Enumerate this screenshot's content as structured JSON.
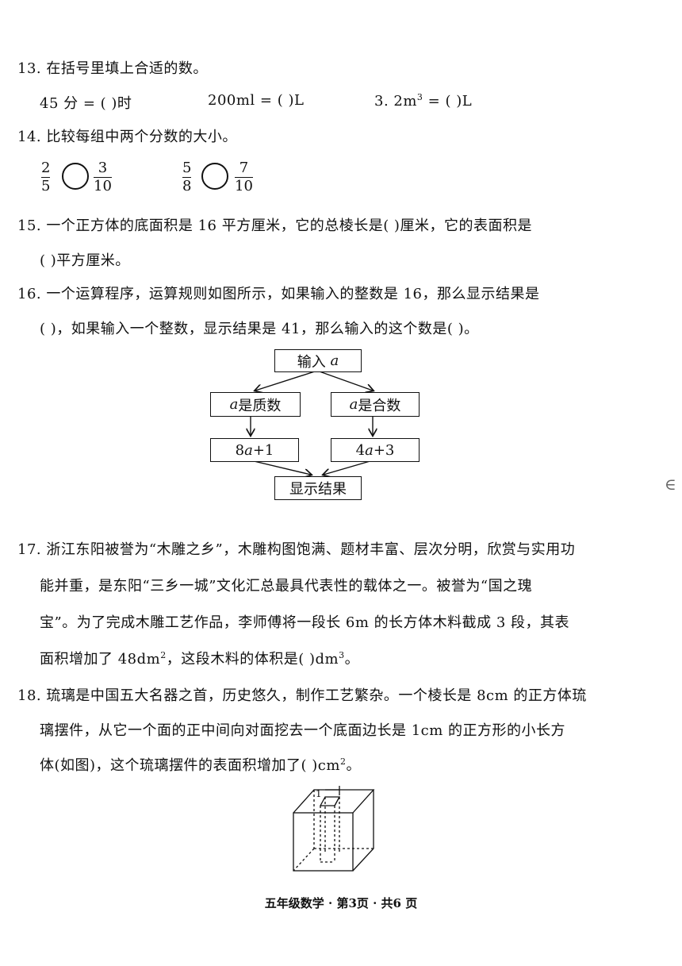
{
  "q13": {
    "text": "13. 在括号里填上合适的数。",
    "item1": "45 分 = (      )时",
    "item2": "200ml = (      )L",
    "item3_pre": "3. 2m",
    "item3_post": " = (      )L"
  },
  "q14": {
    "text": "14. 比较每组中两个分数的大小。",
    "pair1": {
      "a_num": "2",
      "a_den": "5",
      "b_num": "3",
      "b_den": "10"
    },
    "pair2": {
      "a_num": "5",
      "a_den": "8",
      "b_num": "7",
      "b_den": "10"
    }
  },
  "q15": {
    "line1": "15. 一个正方体的底面积是 16 平方厘米，它的总棱长是(      )厘米，它的表面积是",
    "line2": "(      )平方厘米。"
  },
  "q16": {
    "line1": "16. 一个运算程序，运算规则如图所示，如果输入的整数是 16，那么显示结果是",
    "line2": "(      )，如果输入一个整数，显示结果是 41，那么输入的这个数是(      )。",
    "flow": {
      "input": "输入",
      "var": "a",
      "prime": "是质数",
      "composite": "是合数",
      "formula_left_a": "8",
      "formula_left_b": "+1",
      "formula_right_a": "4",
      "formula_right_b": "+3",
      "output": "显示结果"
    }
  },
  "q17": {
    "line1": "17. 浙江东阳被誉为“木雕之乡”，木雕构图饱满、题材丰富、层次分明，欣赏与实用功",
    "line2": "能并重，是东阳“三乡一城”文化汇总最具代表性的载体之一。被誉为“国之瑰",
    "line3": "宝”。为了完成木雕工艺作品，李师傅将一段长 6m 的长方体木料截成 3 段，其表",
    "line4_pre": "面积增加了 48dm",
    "line4_mid": "，这段木料的体积是(        )dm",
    "line4_post": "。"
  },
  "q18": {
    "line1": "18. 琉璃是中国五大名器之首，历史悠久，制作工艺繁杂。一个棱长是 8cm 的正方体琉",
    "line2": "璃摆件，从它一个面的正中间向对面挖去一个底面边长是 1cm 的正方形的小长方",
    "line3_pre": "体(如图)，这个琉璃摆件的表面积增加了(        )cm",
    "line3_post": "。",
    "cube_label": "1"
  },
  "footer": "五年级数学 · 第3页 · 共6 页",
  "edge_mark": "∈",
  "superscripts": {
    "sq": "2",
    "cube": "3"
  }
}
